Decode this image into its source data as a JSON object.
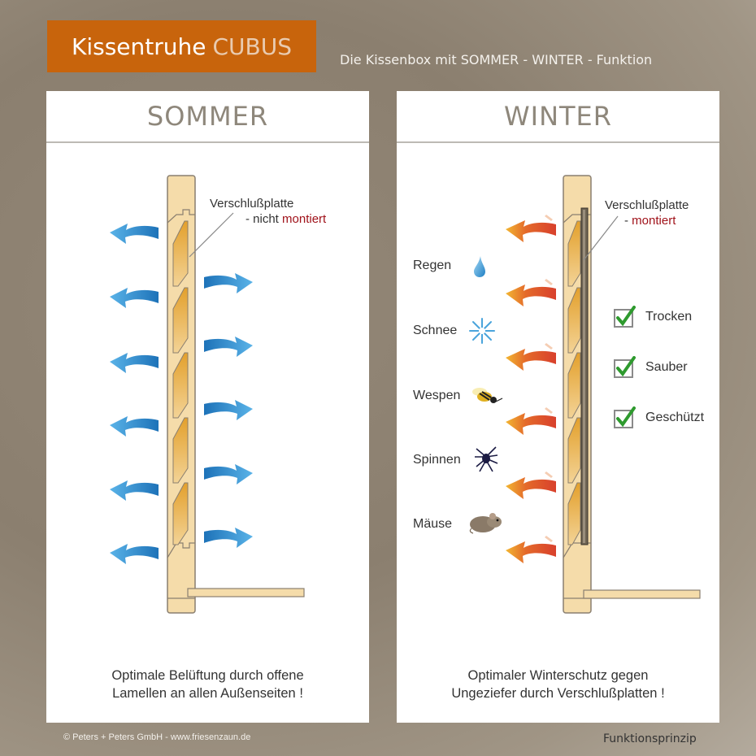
{
  "header": {
    "title_main": "Kissentruhe",
    "title_accent": "CUBUS",
    "subtitle": "Die Kissenbox mit SOMMER - WINTER - Funktion"
  },
  "colors": {
    "title_bg": "#c8640c",
    "summer_arrow": "#2f8fd0",
    "winter_arrow_start": "#e8a030",
    "winter_arrow_end": "#d8402c",
    "wood": "#f5dcaa",
    "slat": "#e4a83a",
    "plate": "#6e6454",
    "highlight_red": "#a0121a",
    "check_green": "#2e9a2e"
  },
  "summer": {
    "heading": "SOMMER",
    "callout_title": "Verschlußplatte",
    "callout_prefix": "- nicht",
    "callout_state": "montiert",
    "caption_line1": "Optimale Belüftung durch offene",
    "caption_line2": "Lamellen an allen Außenseiten !"
  },
  "winter": {
    "heading": "WINTER",
    "callout_title": "Verschlußplatte",
    "callout_prefix": "-",
    "callout_state": "montiert",
    "threats": [
      {
        "label": "Regen",
        "icon": "raindrop-icon"
      },
      {
        "label": "Schnee",
        "icon": "snowflake-icon"
      },
      {
        "label": "Wespen",
        "icon": "wasp-icon"
      },
      {
        "label": "Spinnen",
        "icon": "spider-icon"
      },
      {
        "label": "Mäuse",
        "icon": "mouse-icon"
      }
    ],
    "benefits": [
      {
        "label": "Trocken",
        "checked": true
      },
      {
        "label": "Sauber",
        "checked": true
      },
      {
        "label": "Geschützt",
        "checked": true
      }
    ],
    "caption_line1": "Optimaler Winterschutz gegen",
    "caption_line2": "Ungeziefer durch Verschlußplatten !"
  },
  "footer": {
    "copyright": "©  Peters + Peters GmbH  -  www.friesenzaun.de",
    "label": "Funktionsprinzip"
  }
}
